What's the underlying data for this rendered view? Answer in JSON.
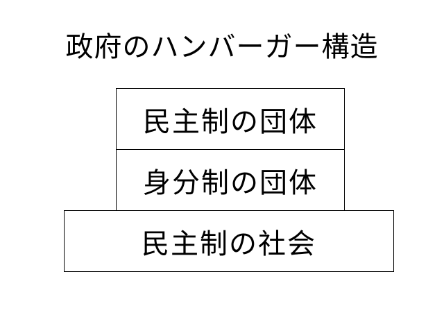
{
  "title": "政府のハンバーガー構造",
  "layers": {
    "top": "民主制の団体",
    "middle": "身分制の団体",
    "bottom": "民主制の社会"
  }
}
